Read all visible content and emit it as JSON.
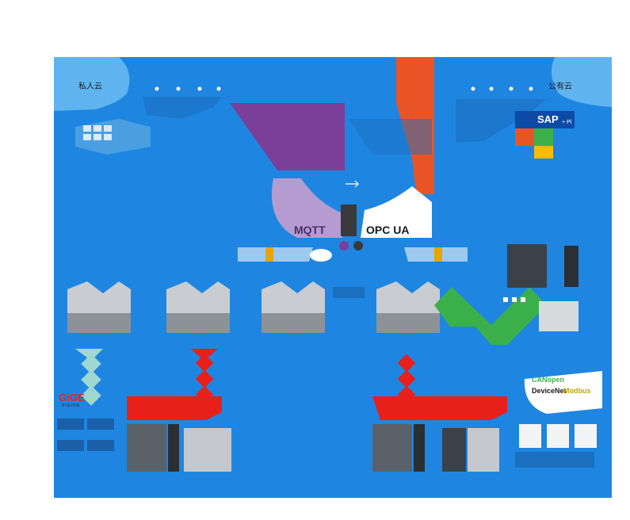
{
  "labels": {
    "private_cloud": "私人云",
    "public_cloud": "公有云"
  },
  "logos": {
    "mqtt": "MQTT",
    "opcua": "OPC UA",
    "sap": "SAP",
    "sap_sub": "+ Pl",
    "gige": "GiGE",
    "gige_sub": "VISION",
    "canopen": "CANopen",
    "devicenet": "DeviceNet",
    "modbus": "Modbus"
  },
  "colors": {
    "background": "#1e86e0",
    "purple": "#7a3f98",
    "orange": "#e95426",
    "red": "#e7201c",
    "green": "#3bb04a",
    "teal": "#9fd8d0",
    "gateway": "#bfc3c8"
  }
}
